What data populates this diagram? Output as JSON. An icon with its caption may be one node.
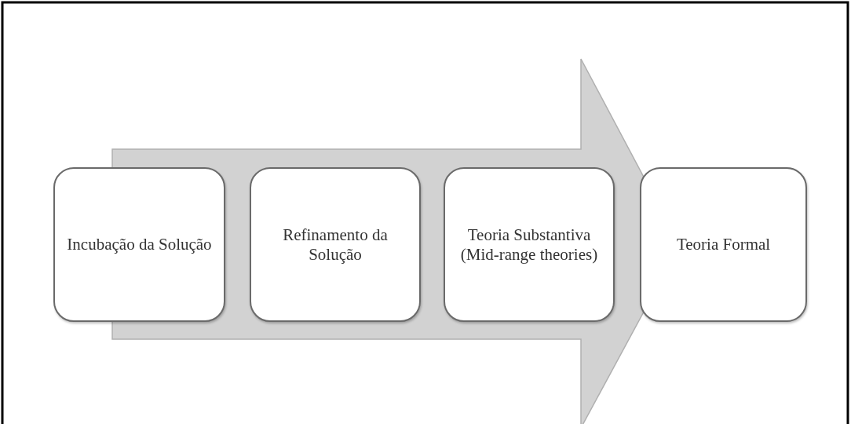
{
  "diagram": {
    "nodes": [
      {
        "text": [
          "Incubação da Solução"
        ]
      },
      {
        "text": [
          "Refinamento da Solução"
        ]
      },
      {
        "text": [
          "Teoria Substantiva (Mid-range theories)"
        ]
      },
      {
        "text": [
          "Teoria Formal"
        ]
      }
    ],
    "edges": []
  }
}
